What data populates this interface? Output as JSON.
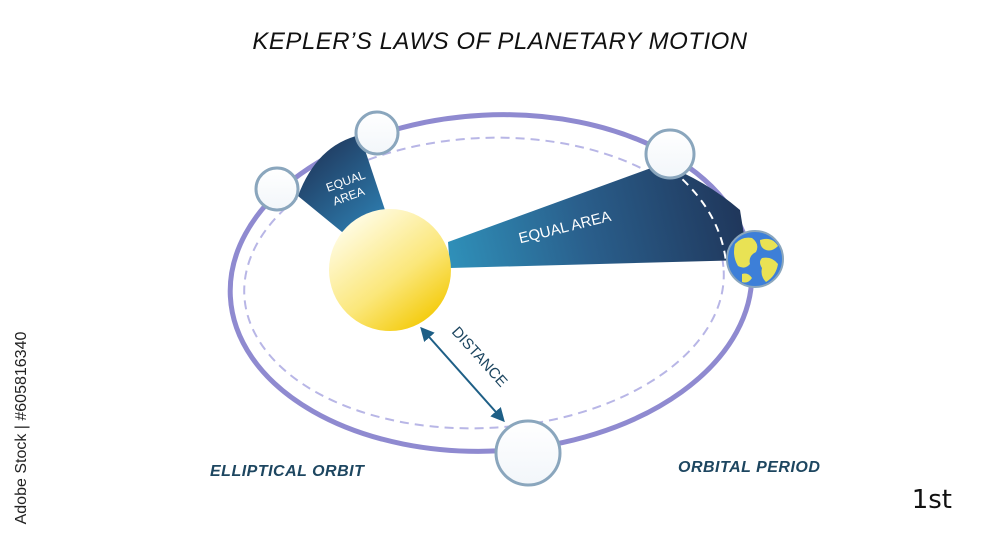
{
  "title": "KEPLER’S LAWS OF PLANETARY MOTION",
  "labels": {
    "equal_area_small_line1": "EQUAL",
    "equal_area_small_line2": "AREA",
    "equal_area_large": "EQUAL AREA",
    "distance": "DISTANCE",
    "elliptical_orbit": "ELLIPTICAL ORBIT",
    "orbital_period": "ORBITAL PERIOD"
  },
  "corner_label": "1st",
  "watermark_side": "Adobe Stock | #605816340",
  "colors": {
    "orbit": "#8f8ad0",
    "orbit_dashed": "#b8b6e6",
    "sector_dark": "#1f3559",
    "sector_light": "#2f8fb8",
    "sun_light": "#fff8c9",
    "sun_dark": "#f5cf08",
    "planet_fill": "#ffffff",
    "planet_stroke": "#8aa6bd",
    "label_text": "#1d4660",
    "arrow": "#1e5f86",
    "earth_ocean": "#3d7fd8",
    "earth_land": "#e9e254"
  },
  "icons": {
    "sun": "sun-icon",
    "earth": "earth-icon",
    "planet": "planet-circle-icon"
  }
}
